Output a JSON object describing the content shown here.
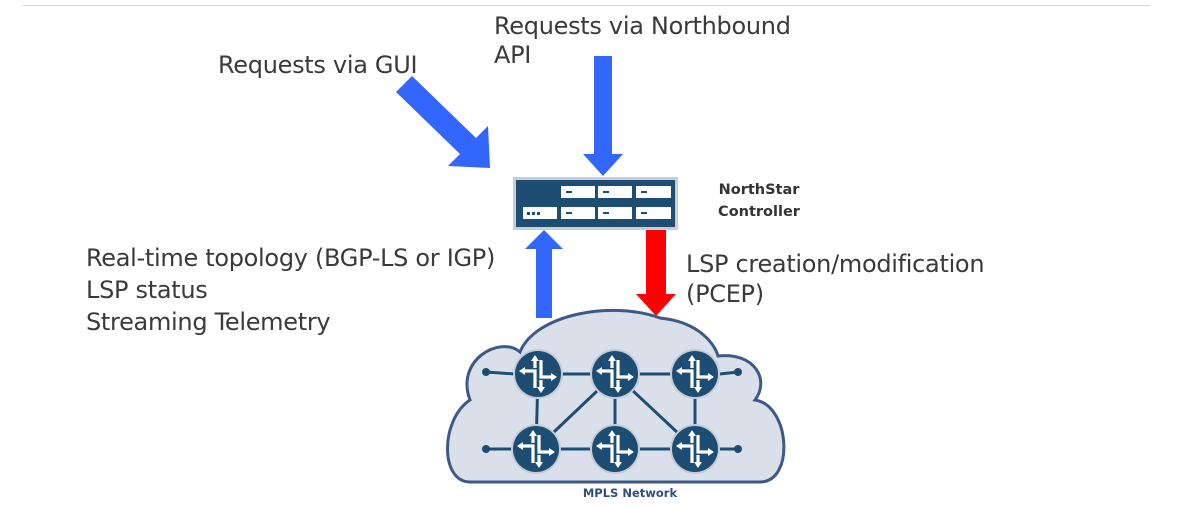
{
  "labels": {
    "gui_requests": "Requests via GUI",
    "northbound_requests": [
      "Requests via Northbound",
      "API"
    ],
    "topology_info": [
      "Real-time topology (BGP-LS or IGP)",
      "LSP status",
      "Streaming Telemetry"
    ],
    "lsp_creation": [
      "LSP creation/modification",
      "(PCEP)"
    ],
    "controller": [
      "NorthStar",
      "Controller"
    ],
    "network": "MPLS Network"
  },
  "colors": {
    "request_arrow": "#3366ff",
    "pcep_arrow": "#ff0000",
    "device_body": "#1d4d73",
    "cloud_fill": "#d9e0ea",
    "cloud_stroke": "#3c5a85",
    "router_fill": "#1d4d73",
    "text": "#3a3a3a"
  },
  "network": {
    "routers": [
      "r1",
      "r2",
      "r3",
      "r4",
      "r5",
      "r6"
    ],
    "links": [
      [
        "r1",
        "r2"
      ],
      [
        "r2",
        "r3"
      ],
      [
        "r4",
        "r5"
      ],
      [
        "r5",
        "r6"
      ],
      [
        "r1",
        "r4"
      ],
      [
        "r2",
        "r5"
      ],
      [
        "r3",
        "r6"
      ],
      [
        "r2",
        "r4"
      ],
      [
        "r2",
        "r6"
      ]
    ]
  }
}
